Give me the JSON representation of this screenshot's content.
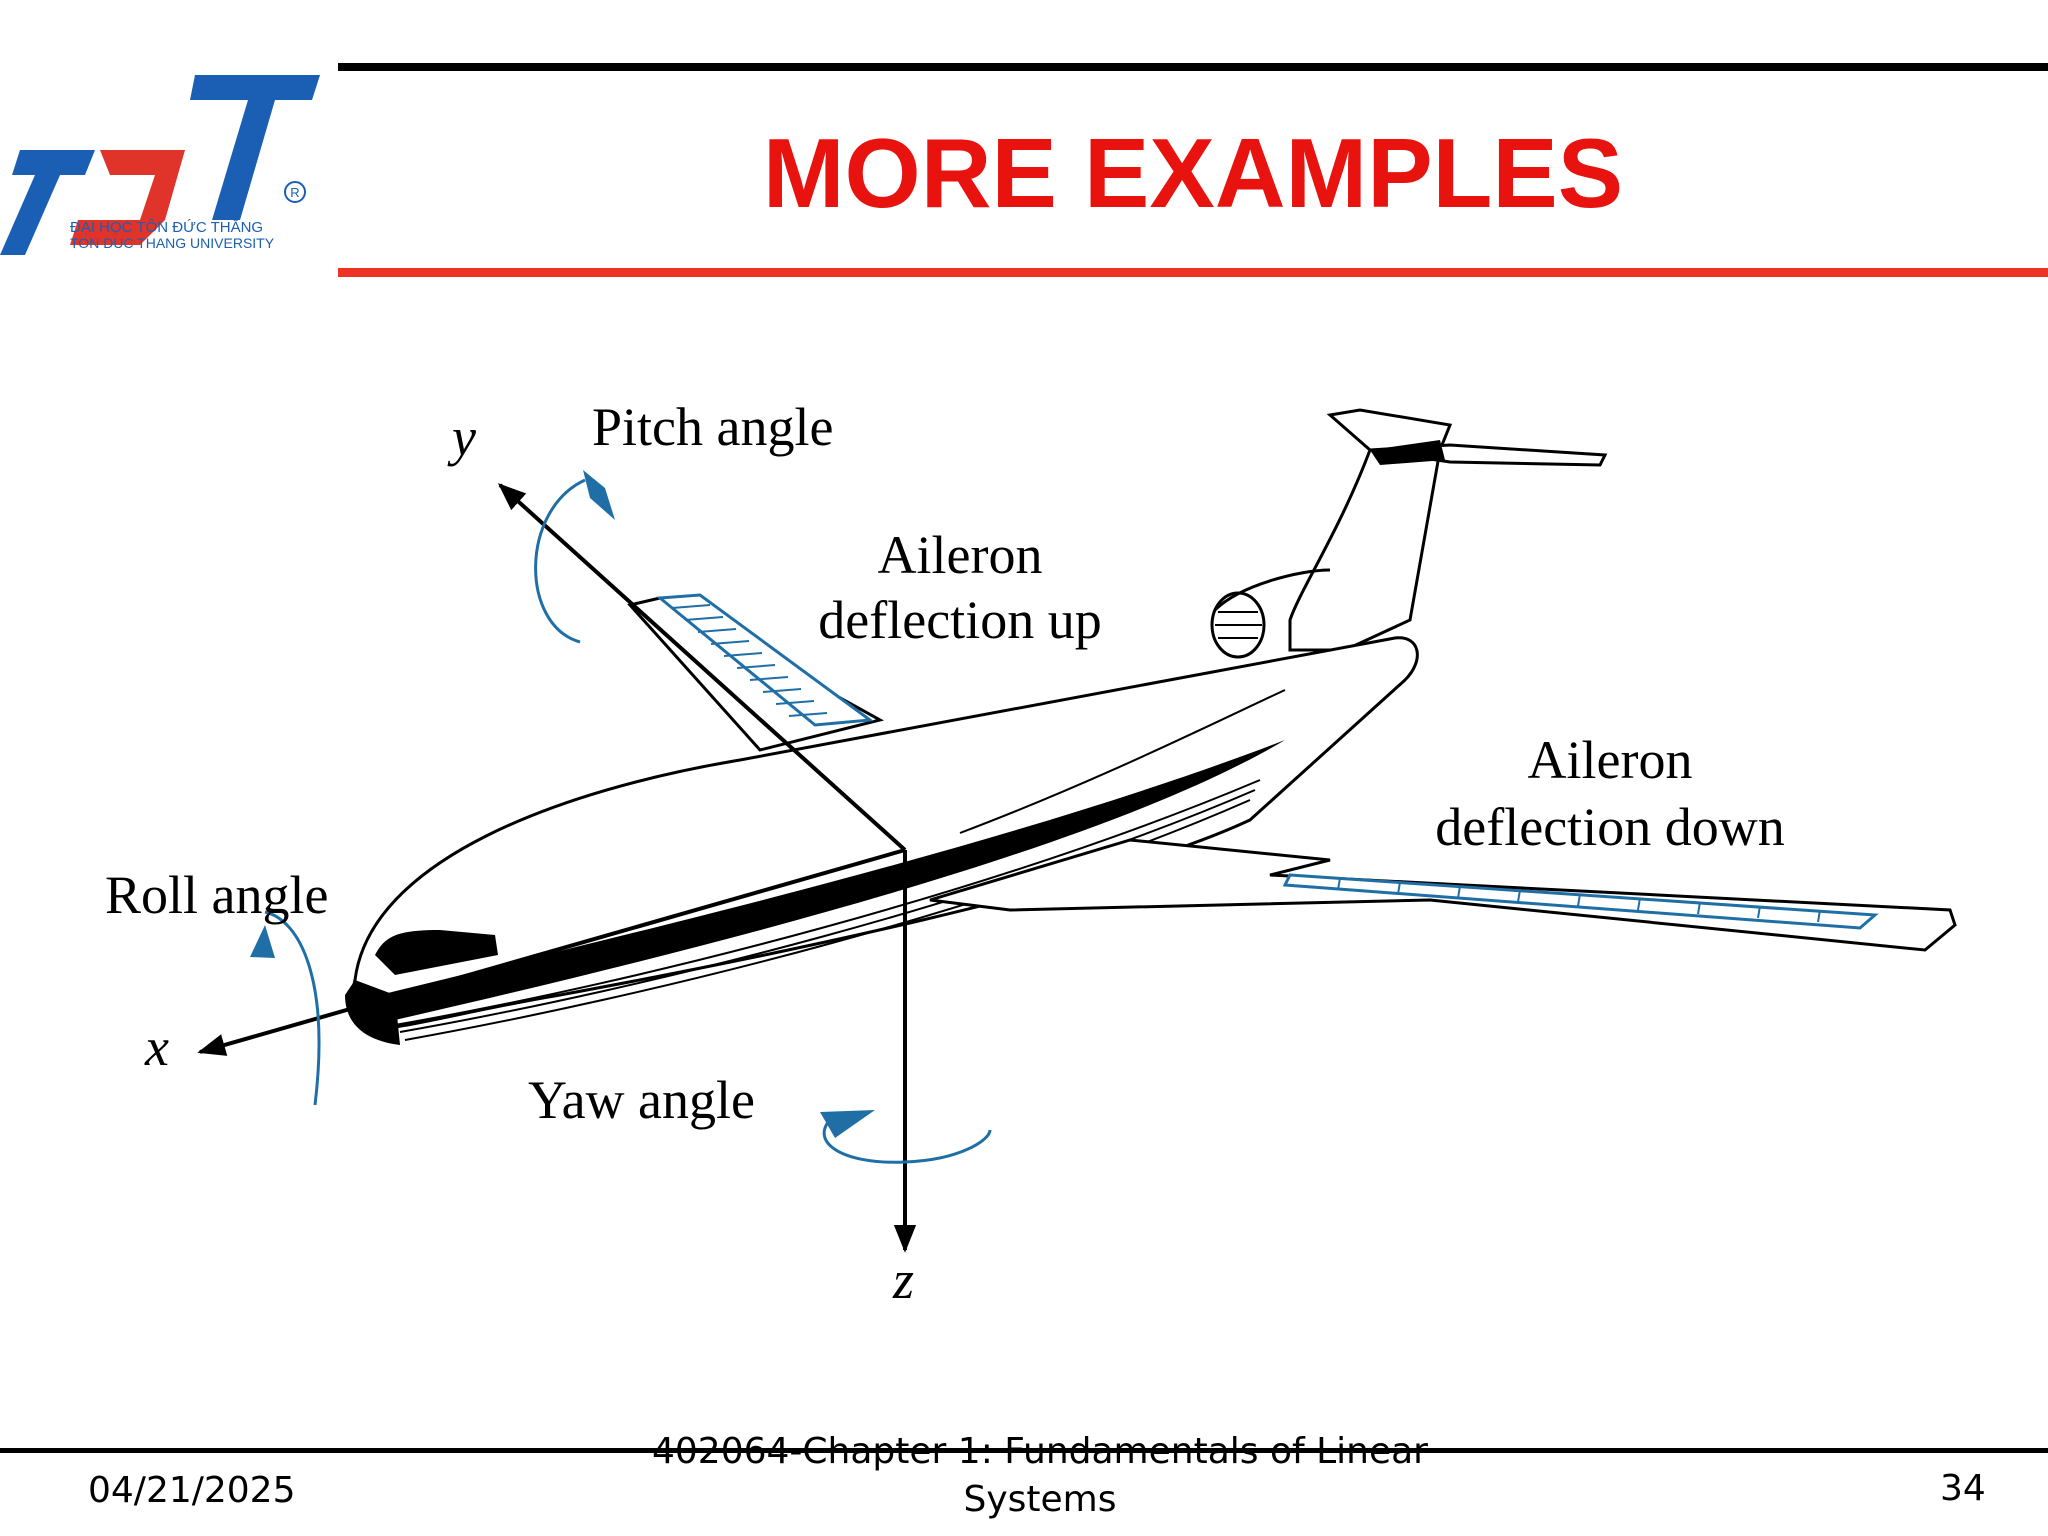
{
  "logo": {
    "mark": "TDT",
    "line1": "ĐẠI HỌC TÔN ĐỨC THẮNG",
    "line2": "TON DUC THANG UNIVERSITY",
    "registered": "®",
    "colors": {
      "blue": "#1a5fb4",
      "red": "#e0342a"
    }
  },
  "slide": {
    "title": "MORE EXAMPLES",
    "title_color": "#e8130f"
  },
  "figure": {
    "labels": {
      "pitch_angle": "Pitch angle",
      "aileron_up_1": "Aileron",
      "aileron_up_2": "deflection up",
      "aileron_down_1": "Aileron",
      "aileron_down_2": "deflection down",
      "roll_angle": "Roll angle",
      "yaw_angle": "Yaw angle",
      "axis_x": "x",
      "axis_y": "y",
      "axis_z": "z"
    },
    "accent_color": "#1f6fa6"
  },
  "footer": {
    "date": "04/21/2025",
    "course_line1": "402064-Chapter 1: Fundamentals of Linear",
    "course_line2": "Systems",
    "page_number": "34"
  }
}
